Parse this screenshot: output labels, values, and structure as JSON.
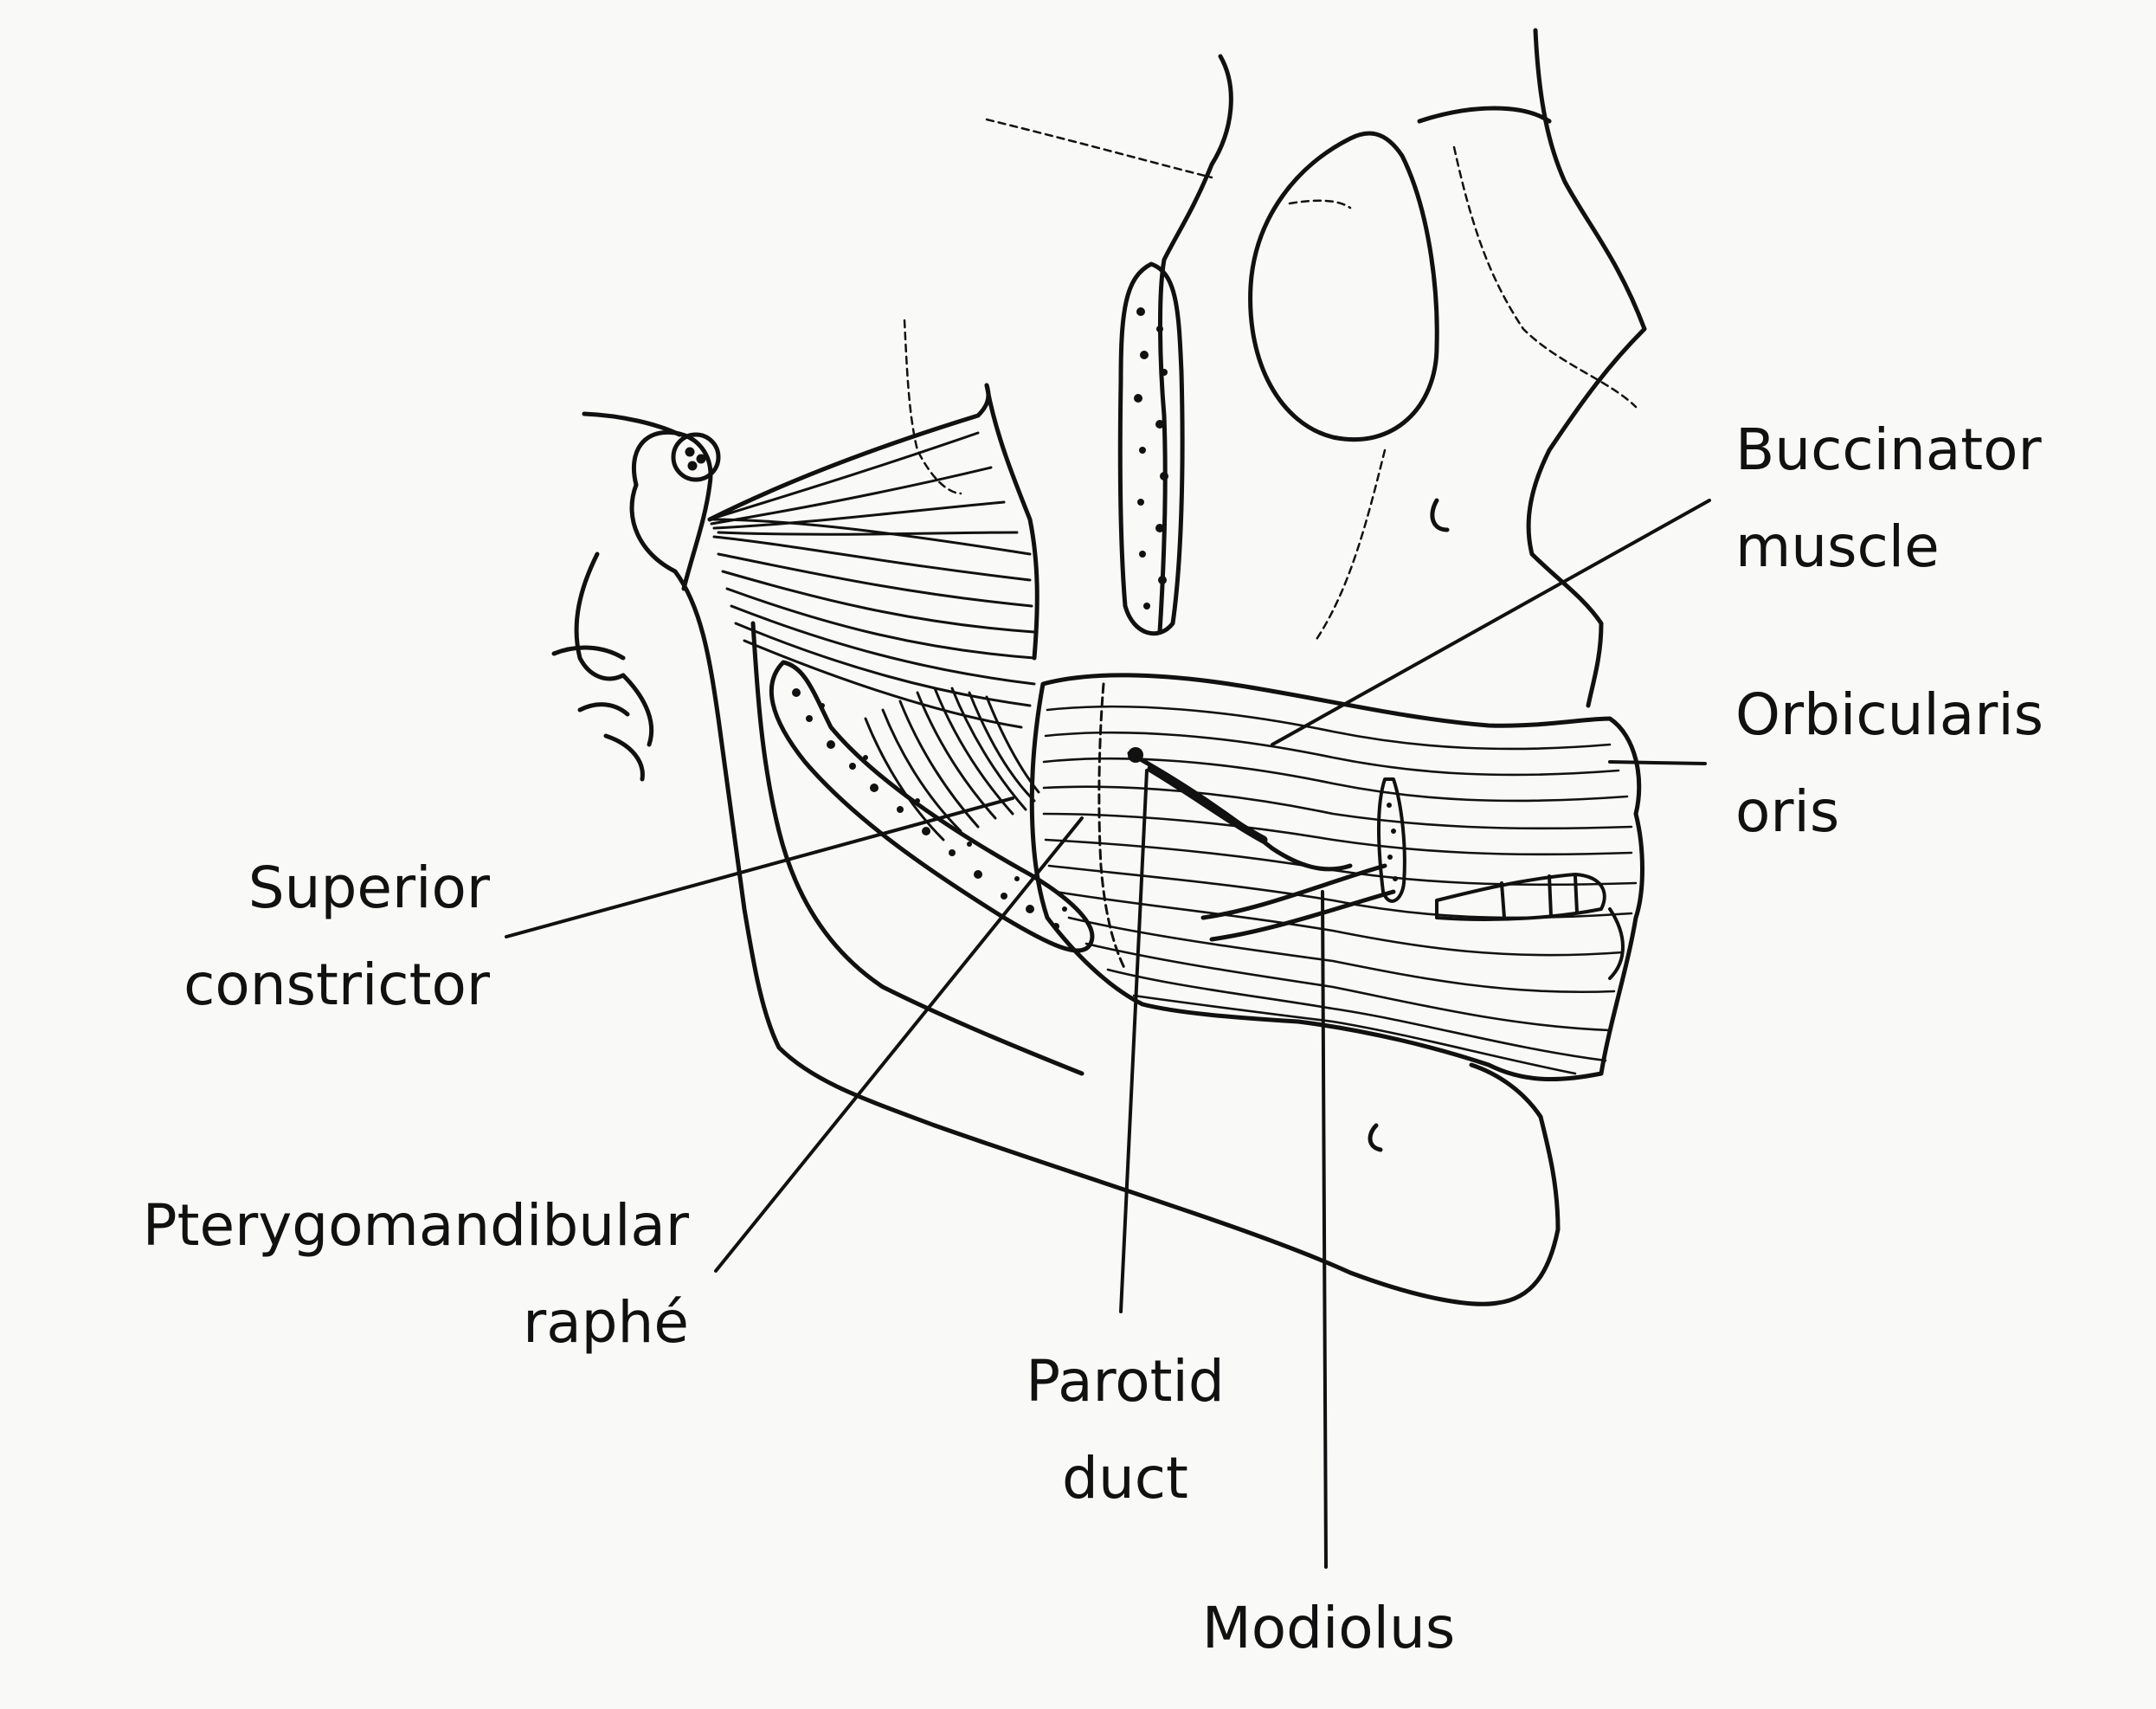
{
  "labels": {
    "buccinator": {
      "line1": "Buccinator",
      "line2": "muscle"
    },
    "orbicularis": {
      "line1": "Orbicularis",
      "line2": "oris"
    },
    "superior_constrictor": {
      "line1": "Superior",
      "line2": "constrictor"
    },
    "pterygomandibular": {
      "line1": "Pterygomandibular",
      "line2": "raphé"
    },
    "parotid": {
      "line1": "Parotid",
      "line2": "duct"
    },
    "modiolus": {
      "line1": "Modiolus"
    }
  },
  "colors": {
    "ink": "#111111",
    "paper": "#f9f9f7"
  }
}
